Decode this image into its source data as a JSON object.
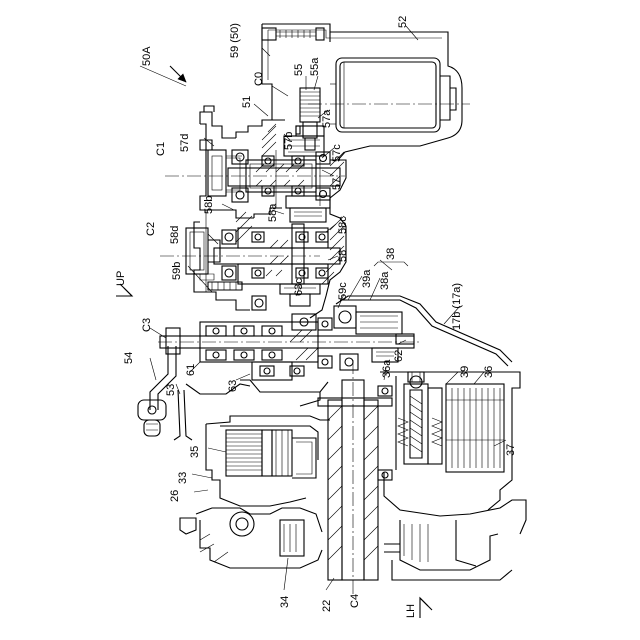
{
  "labels": {
    "ref_main": "50A",
    "l59_50": "59 (50)",
    "l52": "52",
    "l55": "55",
    "l55a": "55a",
    "l57a": "57a",
    "l51": "51",
    "lC0": "C0",
    "l57b": "57b",
    "lC1": "C1",
    "l57d": "57d",
    "l57c": "57c",
    "l57": "57",
    "l58b": "58b",
    "l58a": "58a",
    "l58c": "58c",
    "lC2": "C2",
    "l58d": "58d",
    "l38": "38",
    "l58": "58",
    "l39a": "39a",
    "l38a": "38a",
    "l59b": "59b",
    "l63c": "63c",
    "l59c": "59c",
    "lUP": "UP",
    "l17b": "17b (17a)",
    "lC3": "C3",
    "l62": "62",
    "l36a": "36a",
    "l54": "54",
    "l53": "53",
    "l61": "61",
    "l63": "63",
    "l39": "39",
    "l36": "36",
    "l35": "35",
    "l37": "37",
    "l33": "33",
    "l26": "26",
    "l34": "34",
    "l22": "22",
    "lC4": "C4",
    "lLH": "LH"
  }
}
